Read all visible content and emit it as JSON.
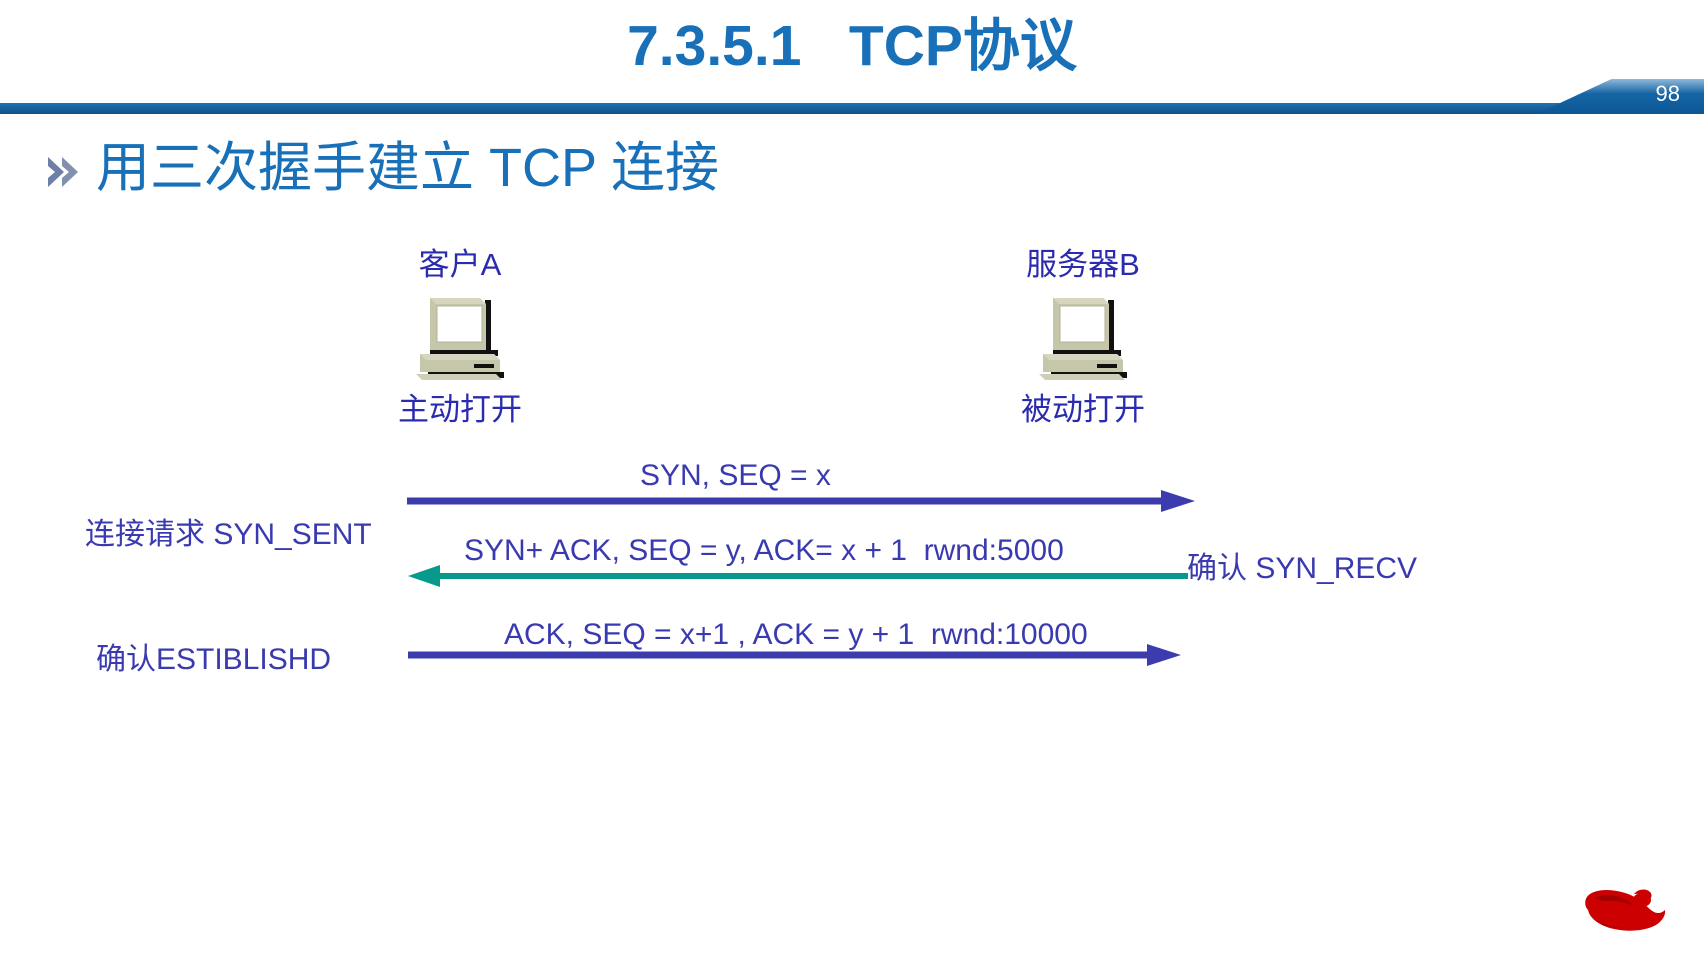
{
  "slide": {
    "title": "7.3.5.1   TCP协议",
    "number": "98",
    "heading": "用三次握手建立 TCP 连接",
    "bullet_icon": "double-chevron-right-icon",
    "colors": {
      "title_blue": "#1770b8",
      "rule_blue": "#1a5e9c",
      "text_blue": "#3a3ab0",
      "label_blue": "#2b2bb0",
      "arrow_purple": "#3c3cae",
      "arrow_teal": "#079a8c",
      "computer_beige": "#c3c3a6",
      "redhat_red": "#cc0000"
    }
  },
  "diagram": {
    "endpoints": [
      {
        "name": "客户A",
        "state": "主动打开",
        "icon": "desktop-computer-icon"
      },
      {
        "name": "服务器B",
        "state": "被动打开",
        "icon": "desktop-computer-icon"
      }
    ],
    "messages": [
      {
        "label": "SYN, SEQ = x",
        "direction": "right",
        "color": "#3c3cae",
        "left_state": "连接请求 SYN_SENT",
        "right_state": ""
      },
      {
        "label": "SYN+ ACK, SEQ = y, ACK= x + 1  rwnd:5000",
        "direction": "left",
        "color": "#079a8c",
        "left_state": "",
        "right_state": "确认 SYN_RECV"
      },
      {
        "label": "ACK, SEQ = x+1 , ACK = y + 1  rwnd:10000",
        "direction": "right",
        "color": "#3c3cae",
        "left_state": "确认ESTIBLISHD",
        "right_state": ""
      }
    ],
    "logo": "red-hat-logo"
  }
}
